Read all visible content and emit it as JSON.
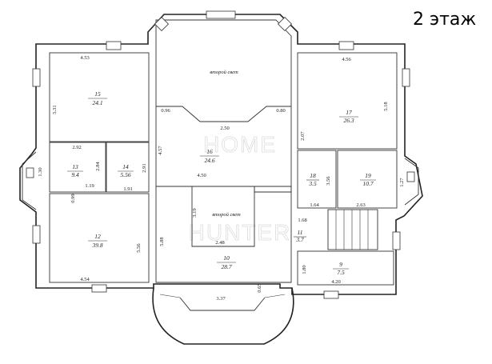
{
  "floor_title": "2 этаж",
  "watermark": {
    "line1": "HOME",
    "line2": "HUNTER"
  },
  "rooms": [
    {
      "num": "15",
      "area": "24.1",
      "note": ""
    },
    {
      "num": "16",
      "area": "24.6",
      "note": ""
    },
    {
      "num": "17",
      "area": "26.3",
      "note": ""
    },
    {
      "num": "13",
      "area": "9.4",
      "note": ""
    },
    {
      "num": "14",
      "area": "5.56",
      "note": ""
    },
    {
      "num": "18",
      "area": "3.5",
      "note": ""
    },
    {
      "num": "19",
      "area": "10.7",
      "note": ""
    },
    {
      "num": "12",
      "area": "39.8",
      "note": ""
    },
    {
      "num": "11",
      "area": "3.7",
      "note": ""
    },
    {
      "num": "10",
      "area": "28.7",
      "note": ""
    },
    {
      "num": "9",
      "area": "7.5",
      "note": ""
    }
  ],
  "notes": {
    "second_light_top": "второй свет",
    "second_light_mid": "второй свет"
  },
  "dimensions": [
    "4.53",
    "5.31",
    "2.92",
    "2.84",
    "1.19",
    "1.91",
    "1.30",
    "0.99",
    "5.56",
    "4.54",
    "0.96",
    "0.80",
    "2.50",
    "4.57",
    "2.91",
    "4.50",
    "3.19",
    "2.48",
    "5.88",
    "3.37",
    "0.65",
    "4.56",
    "5.18",
    "2.07",
    "3.56",
    "1.64",
    "2.63",
    "1.27",
    "1.68",
    "1.80",
    "4.20"
  ]
}
